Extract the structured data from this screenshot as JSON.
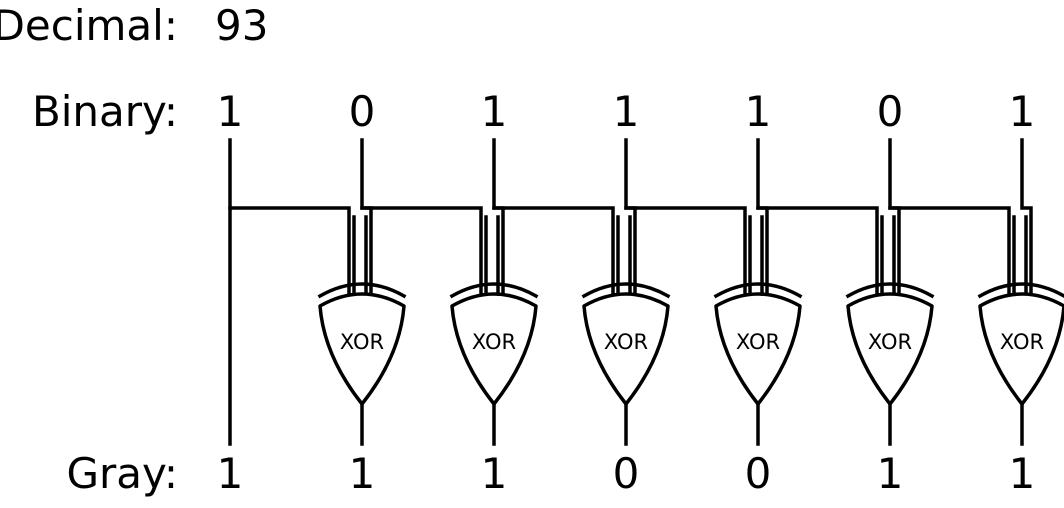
{
  "decimal": {
    "label": "Decimal:",
    "value": "93"
  },
  "binary": {
    "label": "Binary:",
    "bits": [
      "1",
      "0",
      "1",
      "1",
      "1",
      "0",
      "1"
    ]
  },
  "gray": {
    "label": "Gray:",
    "bits": [
      "1",
      "1",
      "1",
      "0",
      "0",
      "1",
      "1"
    ]
  },
  "gate_label": "XOR"
}
